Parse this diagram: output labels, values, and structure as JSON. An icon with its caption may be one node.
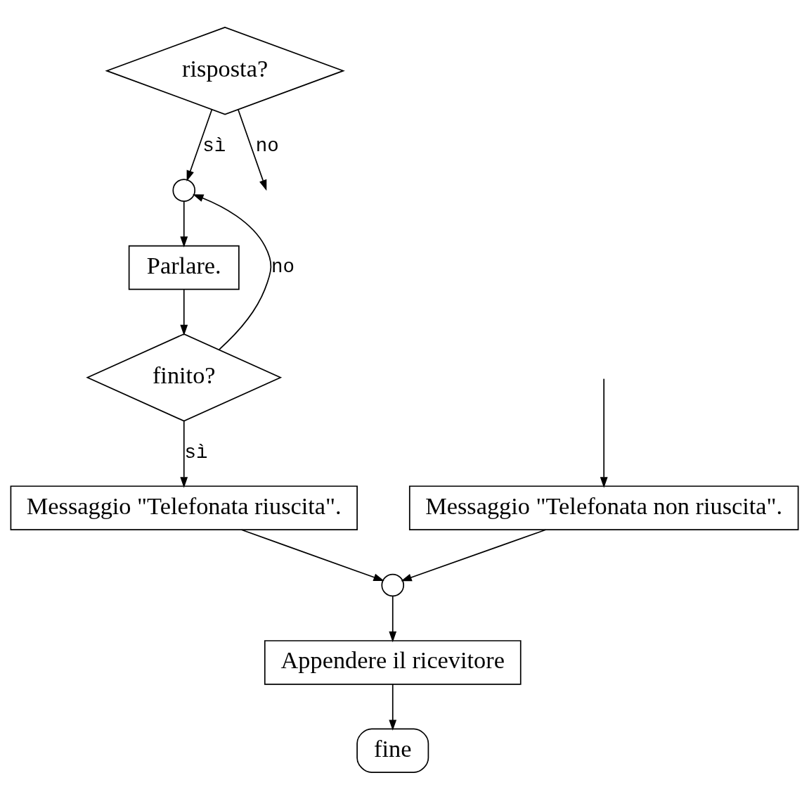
{
  "diagram": {
    "nodes": [
      {
        "text": [
          "risposta?"
        ]
      },
      {
        "text": [
          "Messaggio \"Telefonata non riuscita\"."
        ]
      },
      {
        "text": [],
        "shape": "circle"
      },
      {
        "text": [
          "Parlare."
        ]
      },
      {
        "text": [
          "finito?"
        ]
      },
      {
        "text": [
          "Messaggio \"Telefonata riuscita\"."
        ]
      },
      {
        "text": [],
        "shape": "circle"
      },
      {
        "text": [
          "Appendere il ricevitore"
        ]
      },
      {
        "text": [
          "fine"
        ]
      }
    ],
    "edges": [
      {
        "from": null,
        "to": 1,
        "arrow": "to"
      },
      {
        "from": 0,
        "to": null,
        "arrow": "to",
        "label": "no"
      },
      {
        "from": 0,
        "to": 2,
        "arrow": "to",
        "label": "sì"
      },
      {
        "from": 4,
        "to": 2,
        "arrow": "to",
        "label": "no"
      },
      {
        "from": 2,
        "to": 3,
        "arrow": "to"
      },
      {
        "from": 3,
        "to": 4,
        "arrow": "to"
      },
      {
        "from": 4,
        "to": 5,
        "arrow": "to",
        "label": "sì"
      },
      {
        "from": 5,
        "to": 6,
        "arrow": "to"
      },
      {
        "from": 1,
        "to": 6,
        "arrow": "to"
      },
      {
        "from": 6,
        "to": 7,
        "arrow": "to"
      },
      {
        "from": 7,
        "to": 8,
        "arrow": "to"
      }
    ]
  }
}
